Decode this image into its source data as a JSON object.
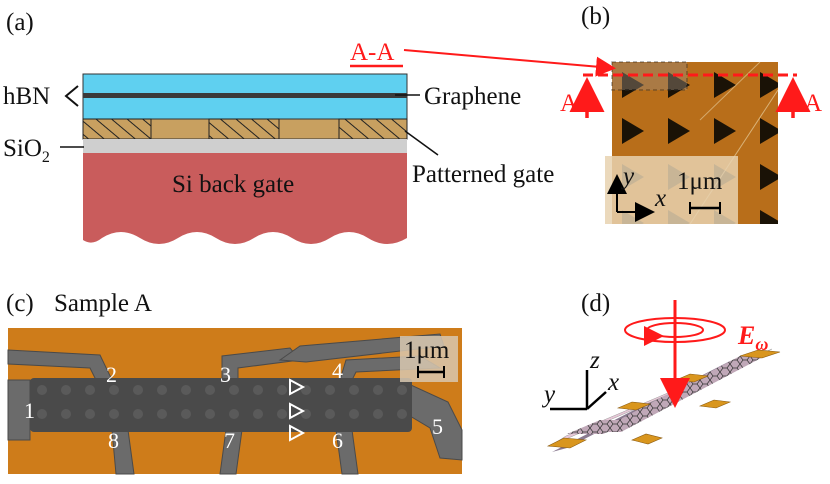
{
  "panels": {
    "a": {
      "tag": "(a)",
      "labels": {
        "hbn": "hBN",
        "graphene": "Graphene",
        "sio2": "SiO",
        "sio2_sub": "2",
        "patterned_gate": "Patterned gate",
        "si_back_gate": "Si back gate"
      }
    },
    "b": {
      "tag": "(b)",
      "section_label": "A-A",
      "marker_left": "A",
      "marker_right": "A",
      "axis_y": "y",
      "axis_x": "x",
      "scale_bar": "1μm"
    },
    "c": {
      "tag": "(c)",
      "title": "Sample A",
      "scale_bar": "1μm",
      "contacts": [
        "1",
        "2",
        "3",
        "4",
        "5",
        "6",
        "7",
        "8"
      ]
    },
    "d": {
      "tag": "(d)",
      "field_label": "E",
      "field_sub": "ω",
      "axis_z": "z",
      "axis_x": "x",
      "axis_y": "y"
    }
  },
  "colors": {
    "hbn": "#5fd0f0",
    "graphene": "#3a3a3a",
    "gate_gold": "#c8a060",
    "sio2": "#cfcfcf",
    "si": "#c95c5c",
    "accent_red": "#ff1a1a",
    "substrate_orange": "#d9861e",
    "hallbar_gray": "#6b6b6b"
  }
}
